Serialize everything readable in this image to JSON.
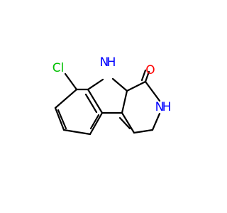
{
  "molecule": {
    "atoms": {
      "chlorine": {
        "label": "Cl",
        "color": "#00c000"
      },
      "indole_nitrogen": {
        "label": "H",
        "color": "#0000ff",
        "name": "N"
      },
      "amide_nitrogen": {
        "label": "H",
        "color": "#0000ff",
        "name": "N"
      },
      "carbonyl_oxygen": {
        "label": "O",
        "color": "#ff0000"
      }
    },
    "bond_color": "#000000"
  }
}
